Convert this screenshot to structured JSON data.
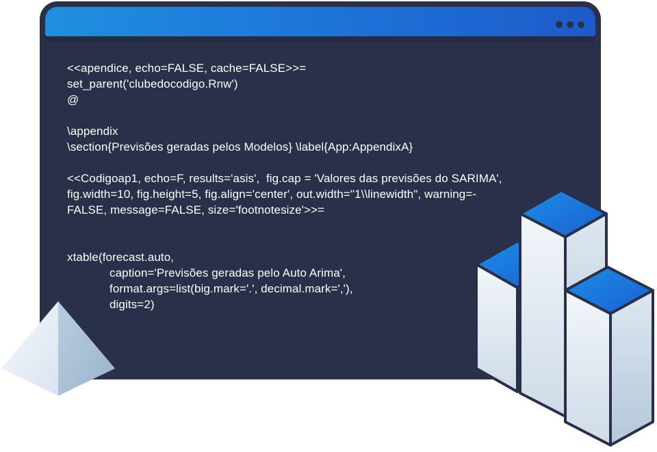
{
  "window": {
    "titlebar": {
      "icon": "more-dots-icon"
    }
  },
  "code_lines": [
    "<<apendice, echo=FALSE, cache=FALSE>>=",
    "set_parent('clubedocodigo.Rnw')",
    "@",
    "",
    "\\appendix",
    "\\section{Previsões geradas pelos Modelos} \\label{App:AppendixA}",
    "",
    "<<Codigoap1, echo=F, results='asis',  fig.cap = 'Valores das previsões do SARIMA',",
    "fig.width=10, fig.height=5, fig.align='center', out.width=\"1\\\\linewidth\", warning=-",
    "FALSE, message=FALSE, size='footnotesize'>>=",
    "",
    "",
    "xtable(forecast.auto,",
    "caption='Previsões geradas pelo Auto Arima',",
    "format.args=list(big.mark='.', decimal.mark=','),",
    "digits=2)"
  ],
  "decorations": {
    "left": "pyramid-illustration",
    "right": "bar-blocks-illustration"
  },
  "colors": {
    "window_bg": "#2a3049",
    "titlebar_start": "#1f8fe0",
    "titlebar_end": "#1e5ac9",
    "code_text": "#ffffff"
  }
}
